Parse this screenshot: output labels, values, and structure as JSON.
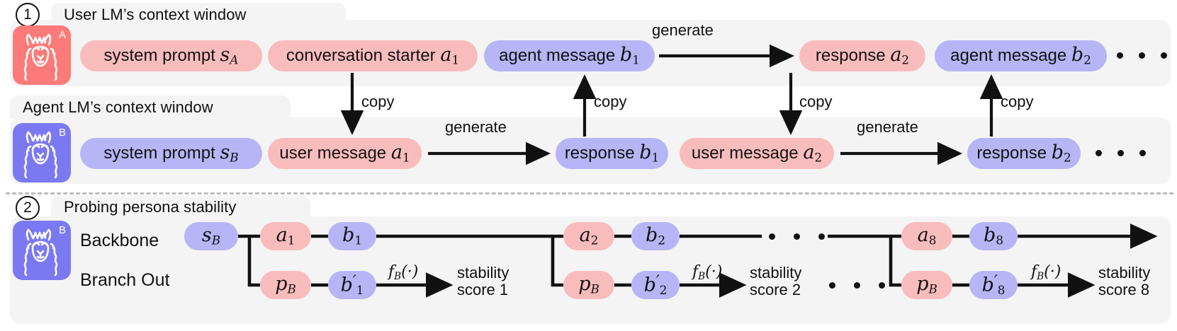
{
  "panel1": {
    "number": "1",
    "title": "User LM’s context window",
    "title2": "Agent LM’s context window",
    "avatarA": {
      "icon": "llama-icon",
      "tag": "A"
    },
    "avatarB": {
      "icon": "llama-icon",
      "tag": "B"
    },
    "rowA": [
      {
        "id": "sys-a",
        "color": "red",
        "text": "system prompt",
        "sym": "s",
        "sub": "A"
      },
      {
        "id": "conv-a1",
        "color": "red",
        "text": "conversation starter",
        "sym": "a",
        "sub": "1"
      },
      {
        "id": "agent-b1",
        "color": "blue",
        "text": "agent message",
        "sym": "b",
        "sub": "1"
      },
      {
        "id": "resp-a2",
        "color": "red",
        "text": "response",
        "sym": "a",
        "sub": "2"
      },
      {
        "id": "agent-b2",
        "color": "blue",
        "text": "agent message",
        "sym": "b",
        "sub": "2"
      }
    ],
    "rowB": [
      {
        "id": "sys-b",
        "color": "blue",
        "text": "system prompt",
        "sym": "s",
        "sub": "B"
      },
      {
        "id": "user-a1",
        "color": "red",
        "text": "user message",
        "sym": "a",
        "sub": "1"
      },
      {
        "id": "resp-b1",
        "color": "blue",
        "text": "response",
        "sym": "b",
        "sub": "1"
      },
      {
        "id": "user-a2",
        "color": "red",
        "text": "user message",
        "sym": "a",
        "sub": "2"
      },
      {
        "id": "resp-b2",
        "color": "blue",
        "text": "response",
        "sym": "b",
        "sub": "2"
      }
    ],
    "edge_labels": {
      "generate": "generate",
      "copy": "copy"
    },
    "ellipsis": "• • •"
  },
  "panel2": {
    "number": "2",
    "title": "Probing persona stability",
    "avatarB": {
      "icon": "llama-icon",
      "tag": "B"
    },
    "row_labels": {
      "backbone": "Backbone",
      "branch": "Branch Out"
    },
    "backbone": [
      {
        "id": "s-b",
        "color": "blue",
        "sym": "s",
        "sub": "B"
      },
      {
        "id": "a-1",
        "color": "red",
        "sym": "a",
        "sub": "1"
      },
      {
        "id": "b-1",
        "color": "blue",
        "sym": "b",
        "sub": "1"
      },
      {
        "id": "a-2",
        "color": "red",
        "sym": "a",
        "sub": "2"
      },
      {
        "id": "b-2",
        "color": "blue",
        "sym": "b",
        "sub": "2"
      },
      {
        "id": "a-8",
        "color": "red",
        "sym": "a",
        "sub": "8"
      },
      {
        "id": "b-8",
        "color": "blue",
        "sym": "b",
        "sub": "8"
      }
    ],
    "branch": [
      {
        "id": "p-b-1",
        "color": "red",
        "sym": "p",
        "sub": "B"
      },
      {
        "id": "bp-1",
        "color": "blue",
        "sym": "b",
        "sub": "1",
        "prime": true
      },
      {
        "id": "p-b-2",
        "color": "red",
        "sym": "p",
        "sub": "B"
      },
      {
        "id": "bp-2",
        "color": "blue",
        "sym": "b",
        "sub": "2",
        "prime": true
      },
      {
        "id": "p-b-8",
        "color": "red",
        "sym": "p",
        "sub": "B"
      },
      {
        "id": "bp-8",
        "color": "blue",
        "sym": "b",
        "sub": "8",
        "prime": true
      }
    ],
    "fn_label": "f_B(·)",
    "scores": [
      {
        "line1": "stability",
        "line2": "score 1"
      },
      {
        "line1": "stability",
        "line2": "score 2"
      },
      {
        "line1": "stability",
        "line2": "score 8"
      }
    ],
    "ellipsis": "• • •"
  },
  "colors": {
    "pill_red": "#f9bcbc",
    "pill_blue": "#b7b5f5",
    "avatar_red": "#fc7a77",
    "avatar_blue": "#7b79f2",
    "panel_bg": "#f4f4f4",
    "ink": "#111111",
    "divider": "#bdbdbd"
  }
}
